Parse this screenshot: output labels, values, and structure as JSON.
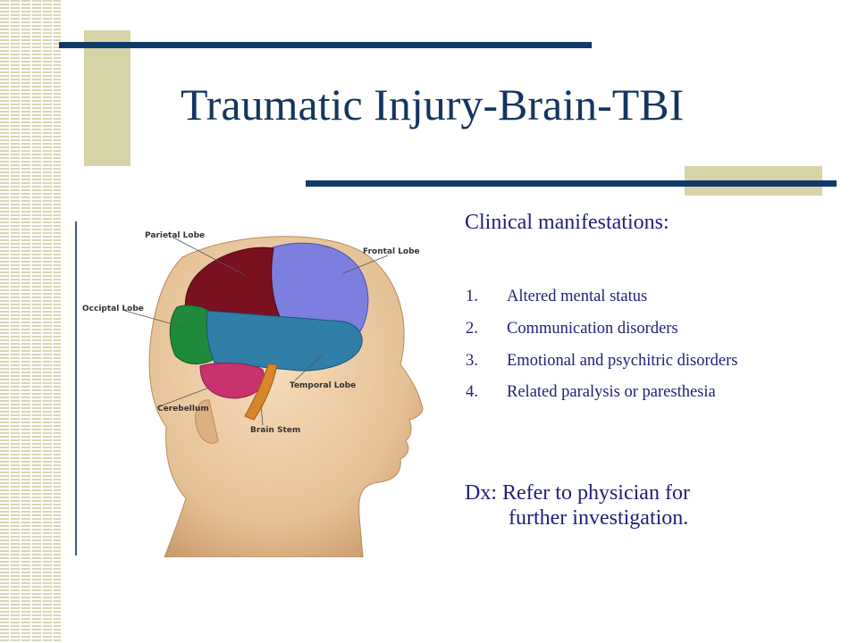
{
  "slide": {
    "title": "Traumatic Injury-Brain-TBI",
    "subheading": "Clinical manifestations:",
    "items": [
      {
        "number": "1.",
        "text": "Altered mental status"
      },
      {
        "number": "2.",
        "text": "Communication disorders"
      },
      {
        "number": "3.",
        "text": "Emotional and psychitric disorders"
      },
      {
        "number": "4.",
        "text": "Related paralysis or paresthesia"
      }
    ],
    "dx_line1": "Dx:  Refer to physician for",
    "dx_line2": "further investigation."
  },
  "figure": {
    "labels": {
      "parietal": "Parietal Lobe",
      "frontal": "Frontal Lobe",
      "occipital": "Occiptal Lobe",
      "temporal": "Temporal Lobe",
      "cerebellum": "Cerebellum",
      "brainstem": "Brain Stem"
    }
  },
  "colors": {
    "title": "#15355f",
    "body_text": "#1f1f7a",
    "bar": "#0f3a6a",
    "tan": "#d6d4a6",
    "parietal": "#7a1020",
    "frontal": "#7d7fe0",
    "occipital": "#1f8a3a",
    "temporal": "#2f7fa8",
    "cerebellum": "#c8326e",
    "brainstem": "#d8862a",
    "skin": "#e9c9a0"
  }
}
